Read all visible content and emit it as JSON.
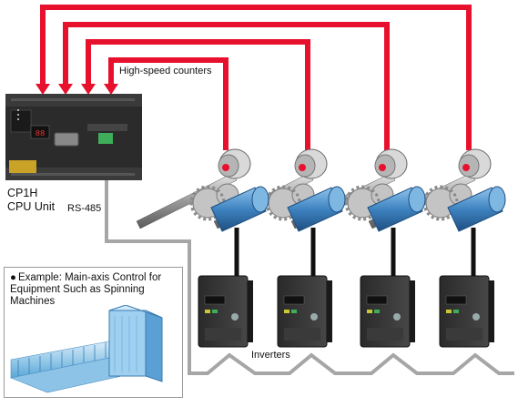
{
  "labels": {
    "high_speed_counters": "High-speed counters",
    "cpu_unit_line1": "CP1H",
    "cpu_unit_line2": "CPU Unit",
    "rs485": "RS-485",
    "inverters": "Inverters"
  },
  "example": {
    "bullet": "●",
    "text": "Example: Main-axis Control for Equipment Such as Spinning Machines"
  },
  "colors": {
    "counter_wires": "#e8112d",
    "rs485_cable": "#a6a6a6",
    "plc_body": "#2b2b2b",
    "motor_blue": "#4a8fc8"
  },
  "counts": {
    "encoders": 4,
    "inverters": 4
  }
}
